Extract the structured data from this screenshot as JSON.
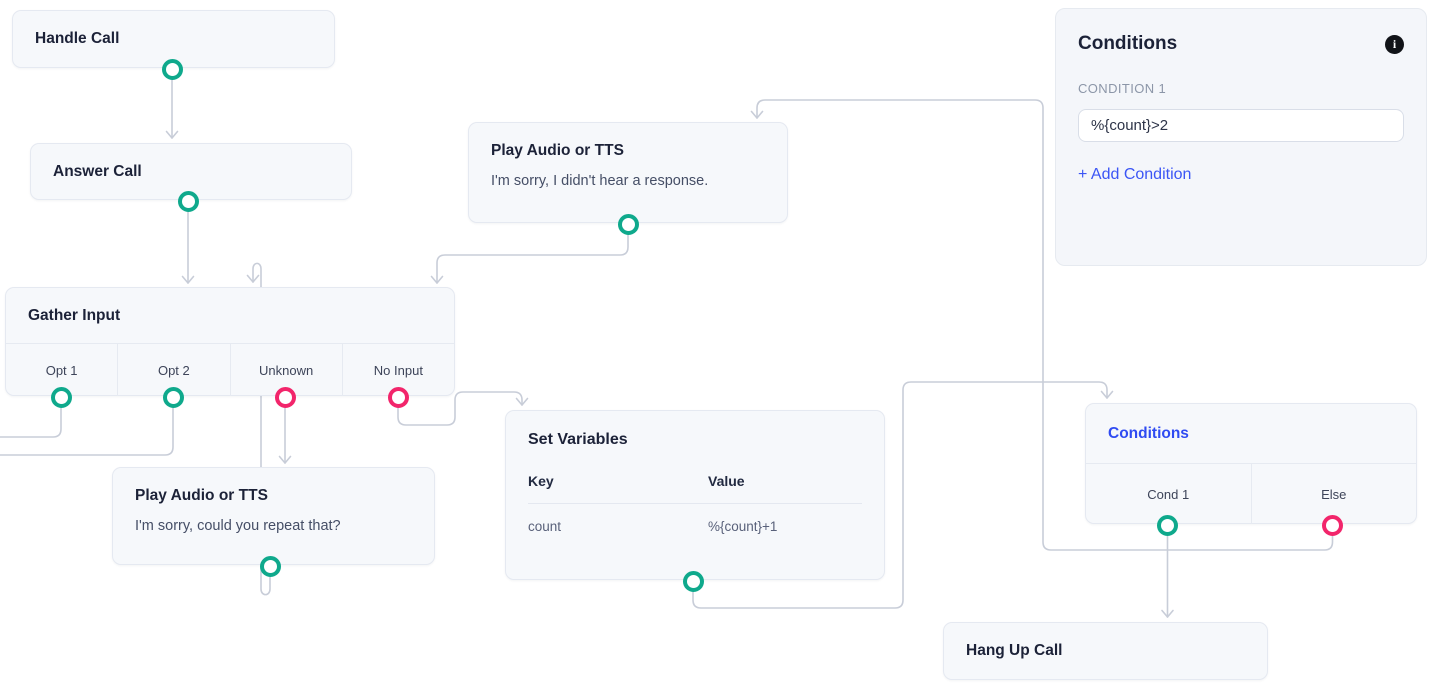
{
  "colors": {
    "canvas_bg": "#ffffff",
    "node_fill": "#f6f8fb",
    "node_border": "#e5e9f1",
    "edge": "#c8cdd8",
    "port_green": "#0fa98c",
    "port_pink": "#f2256b",
    "accent_blue": "#2f4bf2",
    "title_text": "#1c2238",
    "muted_text": "#8c96a8"
  },
  "nodes": {
    "handle_call": {
      "title": "Handle Call"
    },
    "answer_call": {
      "title": "Answer Call"
    },
    "play_audio_top": {
      "title": "Play Audio or TTS",
      "body": "I'm sorry, I didn't hear a response."
    },
    "gather_input": {
      "title": "Gather Input",
      "branches": [
        {
          "label": "Opt 1",
          "port_color": "green"
        },
        {
          "label": "Opt 2",
          "port_color": "green"
        },
        {
          "label": "Unknown",
          "port_color": "pink"
        },
        {
          "label": "No Input",
          "port_color": "pink"
        }
      ]
    },
    "play_audio_bottom": {
      "title": "Play Audio or TTS",
      "body": "I'm sorry, could you repeat that?"
    },
    "set_variables": {
      "title": "Set Variables",
      "columns": [
        "Key",
        "Value"
      ],
      "rows": [
        [
          "count",
          "%{count}+1"
        ]
      ]
    },
    "conditions_node": {
      "title": "Conditions",
      "branches": [
        {
          "label": "Cond 1",
          "port_color": "green"
        },
        {
          "label": "Else",
          "port_color": "pink"
        }
      ]
    },
    "hang_up_call": {
      "title": "Hang Up Call"
    }
  },
  "panel": {
    "title": "Conditions",
    "info_icon": "info-icon",
    "section_label": "CONDITION 1",
    "input_value": "%{count}>2",
    "add_condition_label": "+ Add Condition"
  }
}
